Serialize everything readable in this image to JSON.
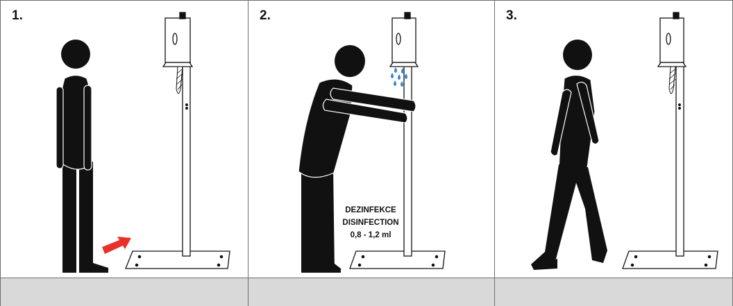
{
  "steps": [
    {
      "number": "1."
    },
    {
      "number": "2.",
      "caption_lines": [
        "DEZINFEKCE",
        "DISINFECTION",
        "0,8 - 1,2 ml"
      ]
    },
    {
      "number": "3."
    }
  ],
  "colors": {
    "figure": "#111111",
    "arrow": "#e8312a",
    "drops": "#3a86c8",
    "border": "#6d6d6d",
    "footer": "#d9d9d9"
  }
}
